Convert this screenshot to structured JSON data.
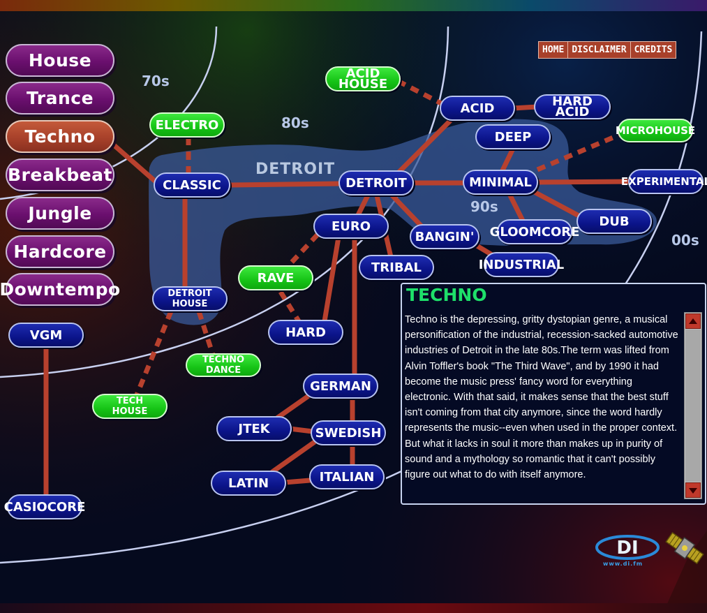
{
  "nav": {
    "genres": [
      {
        "label": "House",
        "active": false
      },
      {
        "label": "Trance",
        "active": false
      },
      {
        "label": "Techno",
        "active": true
      },
      {
        "label": "Breakbeat",
        "active": false
      },
      {
        "label": "Jungle",
        "active": false
      },
      {
        "label": "Hardcore",
        "active": false
      },
      {
        "label": "Downtempo",
        "active": false
      }
    ],
    "top_links": [
      "HOME",
      "DISCLAIMER",
      "CREDITS"
    ]
  },
  "decades": [
    "70s",
    "80s",
    "90s",
    "00s"
  ],
  "regions": {
    "detroit": "DETROIT"
  },
  "nodes": {
    "acid_house": "ACID HOUSE",
    "acid": "ACID",
    "hard_acid": "HARD ACID",
    "deep": "DEEP",
    "microhouse": "MICROHOUSE",
    "electro": "ELECTRO",
    "classic": "CLASSIC",
    "detroit": "DETROIT",
    "minimal": "MINIMAL",
    "experimental": "EXPERIMENTAL",
    "euro": "EURO",
    "bangin": "BANGIN'",
    "gloomcore": "GLOOMCORE",
    "dub": "DUB",
    "tribal": "TRIBAL",
    "industrial": "INDUSTRIAL",
    "rave": "RAVE",
    "detroit_house": "DETROIT\nHOUSE",
    "hard": "HARD",
    "vgm": "VGM",
    "techno_dance": "TECHNO DANCE",
    "german": "GERMAN",
    "tech_house": "TECH\nHOUSE",
    "jtek": "JTEK",
    "swedish": "SWEDISH",
    "latin": "LATIN",
    "italian": "ITALIAN",
    "casiocore": "CASIOCORE"
  },
  "colors": {
    "link": "#b8412e",
    "node_blue": "#0b148a",
    "node_green": "#16c416",
    "genre_purple": "#6a0f6e",
    "genre_active": "#a8412a",
    "region_fill": "#3a5a9a",
    "title_green": "#1ee06a"
  },
  "description": {
    "title": "TECHNO",
    "text": "Techno is the depressing, gritty dystopian genre, a musical personification of the industrial, recession-sacked automotive industries of Detroit in the late 80s.The term was lifted from Alvin Toffler's book \"The Third Wave\", and by 1990 it had become the music press' fancy word for everything electronic. With that said, it makes sense that the best stuff isn't coming from that city anymore, since the word hardly represents the music--even when used in the proper context. But what it lacks in soul it more than makes up in purity of sound and a mythology so romantic that it can't possibly figure out what to do with itself anymore."
  },
  "footer": {
    "logo_text": "DI",
    "logo_url": "www.di.fm"
  }
}
